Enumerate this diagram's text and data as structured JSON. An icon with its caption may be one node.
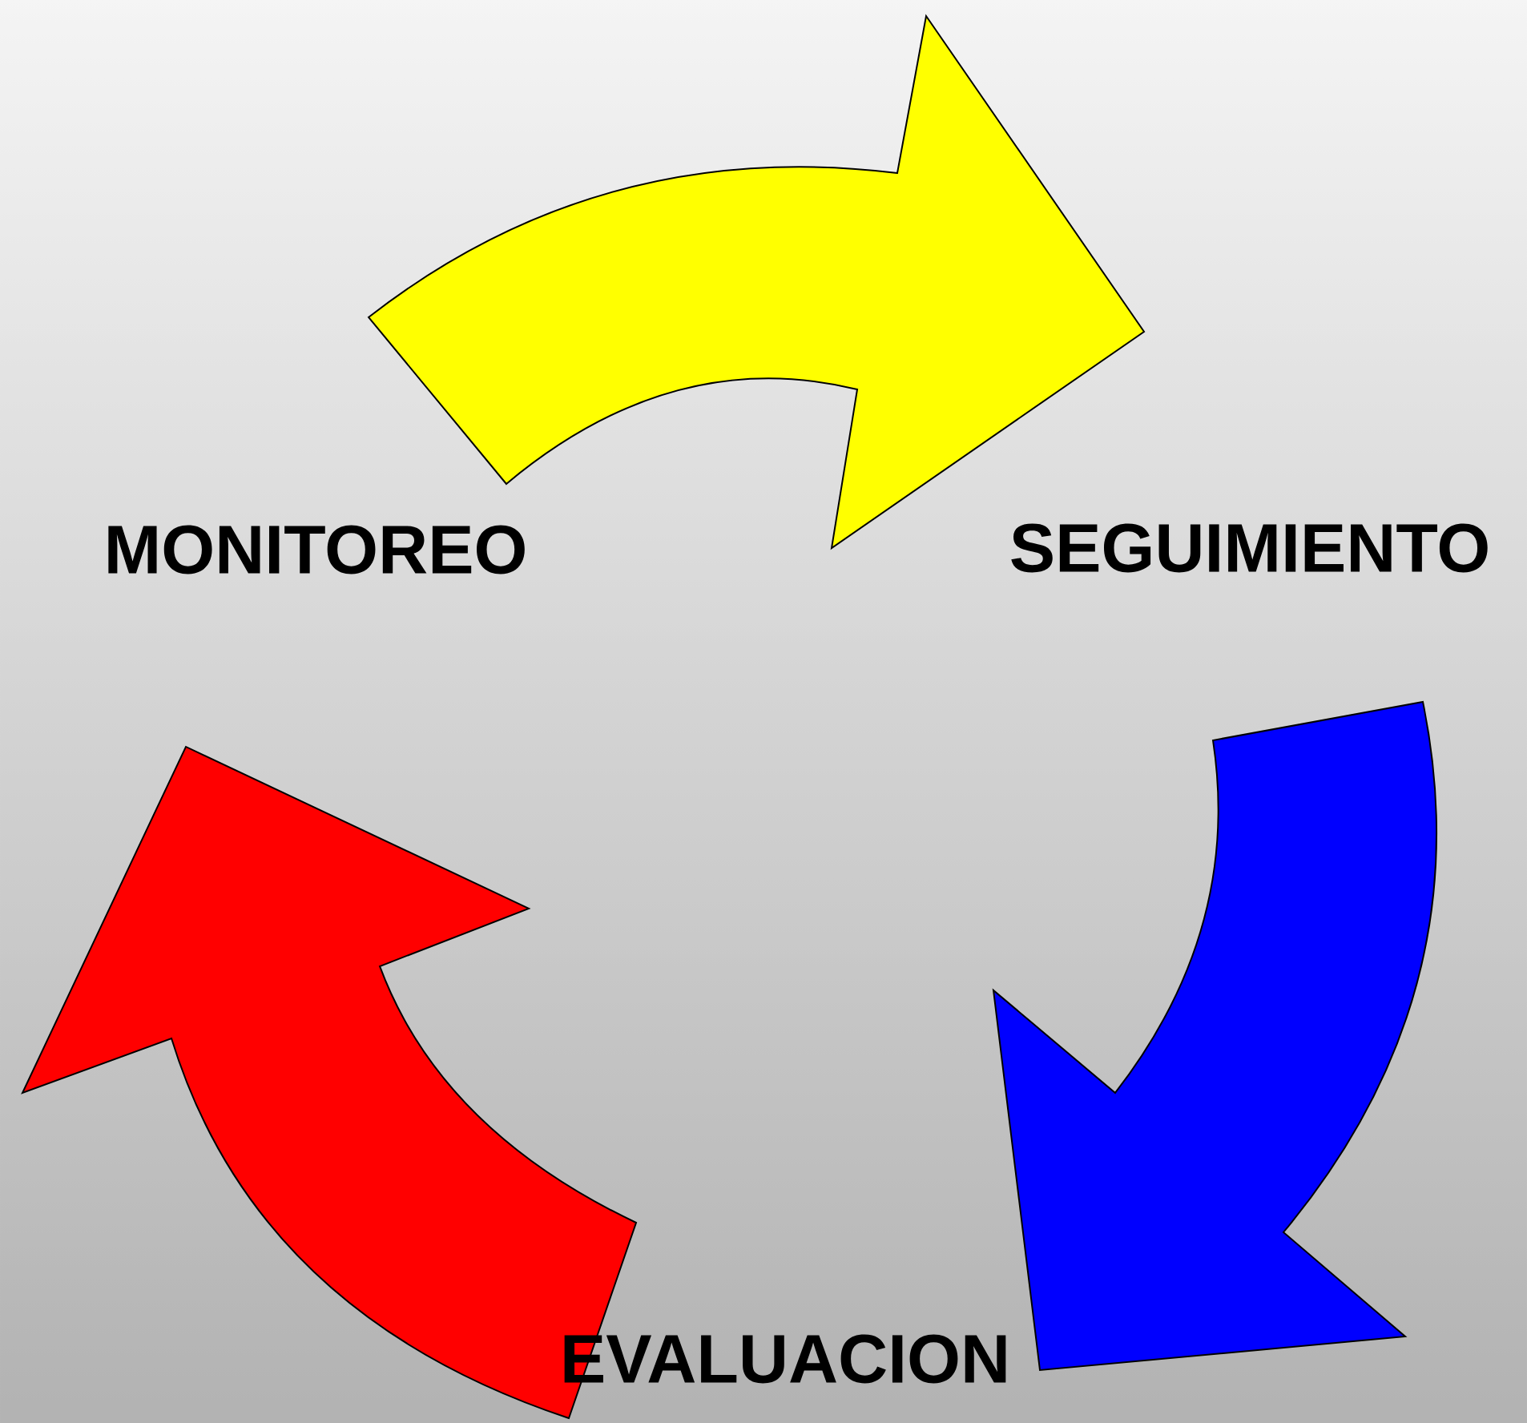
{
  "diagram": {
    "nodes": [
      {
        "text": [
          "MONITOREO"
        ]
      },
      {
        "text": [
          "SEGUIMIENTO"
        ]
      },
      {
        "text": [
          "EVALUACION"
        ]
      }
    ],
    "edges": [
      {
        "from": 0,
        "to": 1,
        "arrow": "to",
        "color": "#ffff00"
      },
      {
        "from": 1,
        "to": 2,
        "arrow": "to",
        "color": "#0000ff"
      },
      {
        "from": 2,
        "to": 0,
        "arrow": "to",
        "color": "#ff0000"
      }
    ]
  }
}
